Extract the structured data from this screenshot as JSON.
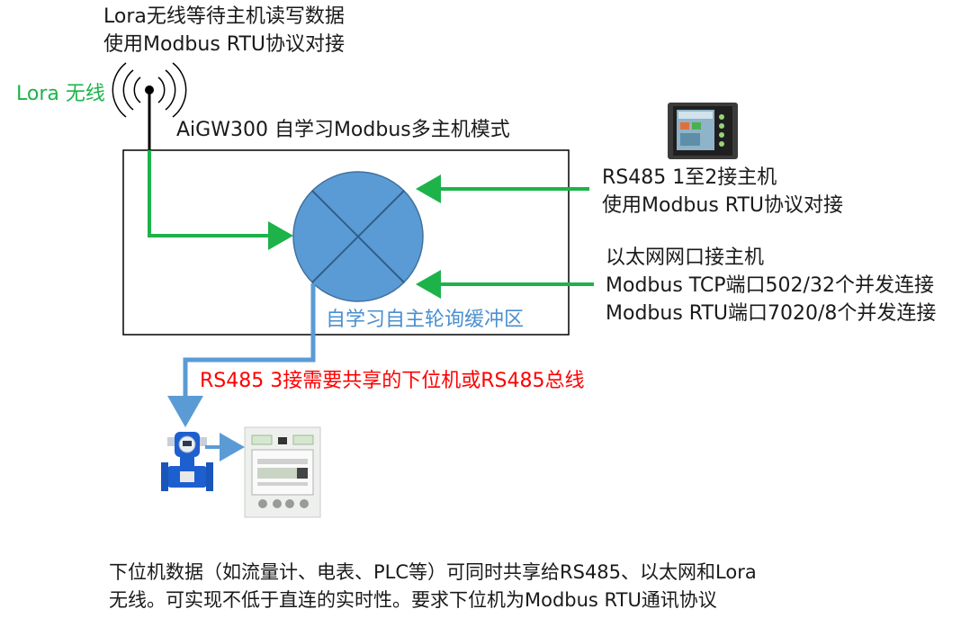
{
  "colors": {
    "green": "#1db34a",
    "blue": "#5b9bd5",
    "red": "#ff0000",
    "black": "#000000"
  },
  "lora": {
    "label": "Lora 无线",
    "note_line1": "Lora无线等待主机读写数据",
    "note_line2": "使用Modbus RTU协议对接",
    "icon": "antenna-icon"
  },
  "gateway": {
    "title": "AiGW300 自学习Modbus多主机模式",
    "buffer_label": "自学习自主轮询缓冲区"
  },
  "rs485_master": {
    "line1": "RS485 1至2接主机",
    "line2": "使用Modbus RTU协议对接",
    "icon": "hmi-panel-icon"
  },
  "ethernet_master": {
    "line1": "以太网网口接主机",
    "line2": "Modbus TCP端口502/32个并发连接",
    "line3": "Modbus RTU端口7020/8个并发连接"
  },
  "slave": {
    "label": "RS485 3接需要共享的下位机或RS485总线",
    "flowmeter_icon": "flowmeter-icon",
    "meter_icon": "electric-meter-icon"
  },
  "footer": {
    "line1": "下位机数据（如流量计、电表、PLC等）可同时共享给RS485、以太网和Lora",
    "line2": "无线。可实现不低于直连的实时性。要求下位机为Modbus RTU通讯协议"
  }
}
